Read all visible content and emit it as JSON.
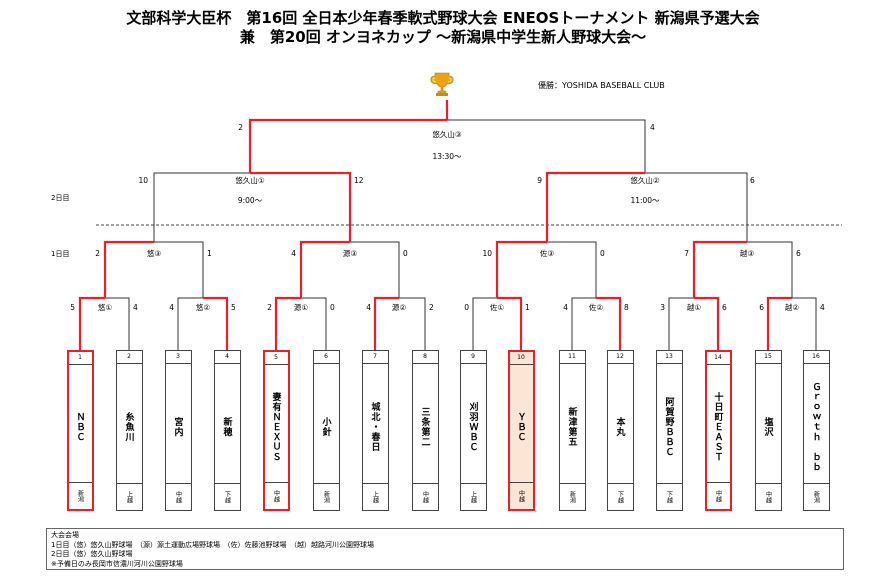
{
  "title_line1": "文部科学大臣杯　第16回 全日本少年春季軟式野球大会 ENEOSトーナメント 新潟県予選大会",
  "title_line2": "兼　第20回 オンヨネカップ ～新潟県中学生新人野球大会～",
  "winner": "優勝：YOSHIDA BASEBALL CLUB",
  "day2_label": "2日目",
  "day1_label": "1日目",
  "final": {
    "venue": "悠久山③",
    "time": "13:30～",
    "score_left": "2",
    "score_right": "4"
  },
  "semis": [
    {
      "venue": "悠久山①",
      "time": "9:00～",
      "score_left": "10",
      "score_right": "12"
    },
    {
      "venue": "悠久山②",
      "time": "11:00～",
      "score_left": "9",
      "score_right": "6"
    }
  ],
  "round2": [
    {
      "venue": "悠③",
      "score_left": "2",
      "score_right": "1"
    },
    {
      "venue": "源③",
      "score_left": "4",
      "score_right": "0"
    },
    {
      "venue": "佐③",
      "score_left": "10",
      "score_right": "0"
    },
    {
      "venue": "越③",
      "score_left": "7",
      "score_right": "6"
    }
  ],
  "round1": [
    {
      "venue": "悠①",
      "score_left": "5",
      "score_right": "4"
    },
    {
      "venue": "悠②",
      "score_left": "4",
      "score_right": "5"
    },
    {
      "venue": "源①",
      "score_left": "2",
      "score_right": "0"
    },
    {
      "venue": "源②",
      "score_left": "4",
      "score_right": "2"
    },
    {
      "venue": "佐①",
      "score_left": "0",
      "score_right": "1"
    },
    {
      "venue": "佐②",
      "score_left": "4",
      "score_right": "8"
    },
    {
      "venue": "越①",
      "score_left": "3",
      "score_right": "6"
    },
    {
      "venue": "越②",
      "score_left": "6",
      "score_right": "4"
    }
  ],
  "teams": [
    {
      "num": "1",
      "name": "ＮＢＣ",
      "region": "新潟"
    },
    {
      "num": "2",
      "name": "糸魚川",
      "region": "上越"
    },
    {
      "num": "3",
      "name": "宮内",
      "region": "中越"
    },
    {
      "num": "4",
      "name": "新穂",
      "region": "下越"
    },
    {
      "num": "5",
      "name": "妻有ＮＥＸＵＳ",
      "region": "中越"
    },
    {
      "num": "6",
      "name": "小針",
      "region": "新潟"
    },
    {
      "num": "7",
      "name": "城北・春日",
      "region": "上越"
    },
    {
      "num": "8",
      "name": "三条第二",
      "region": "中越"
    },
    {
      "num": "9",
      "name": "刈羽ＷＢＣ",
      "region": "上越"
    },
    {
      "num": "10",
      "name": "ＹＢＣ",
      "region": "中越"
    },
    {
      "num": "11",
      "name": "新津第五",
      "region": "新潟"
    },
    {
      "num": "12",
      "name": "本丸",
      "region": "下越"
    },
    {
      "num": "13",
      "name": "阿賀野ＢＢＣ",
      "region": "下越"
    },
    {
      "num": "14",
      "name": "十日町ＥＡＳＴ",
      "region": "中越"
    },
    {
      "num": "15",
      "name": "塩沢",
      "region": "中越"
    },
    {
      "num": "16",
      "name": "Ｇｒｏｗｔｈ　ｂｂ",
      "region": "新潟"
    }
  ],
  "notes": [
    "大会会場",
    "1日目（悠）悠久山野球場　（源）源土運動広場野球場　（佐）佐藤池野球場　（越）越路河川公園野球場",
    "2日目（悠）悠久山野球場",
    "※予備日のみ長岡市信濃川河川公園野球場"
  ],
  "colors": {
    "win_line": "#e8202a",
    "line": "#333333",
    "champion_fill": "#fde5d6"
  }
}
